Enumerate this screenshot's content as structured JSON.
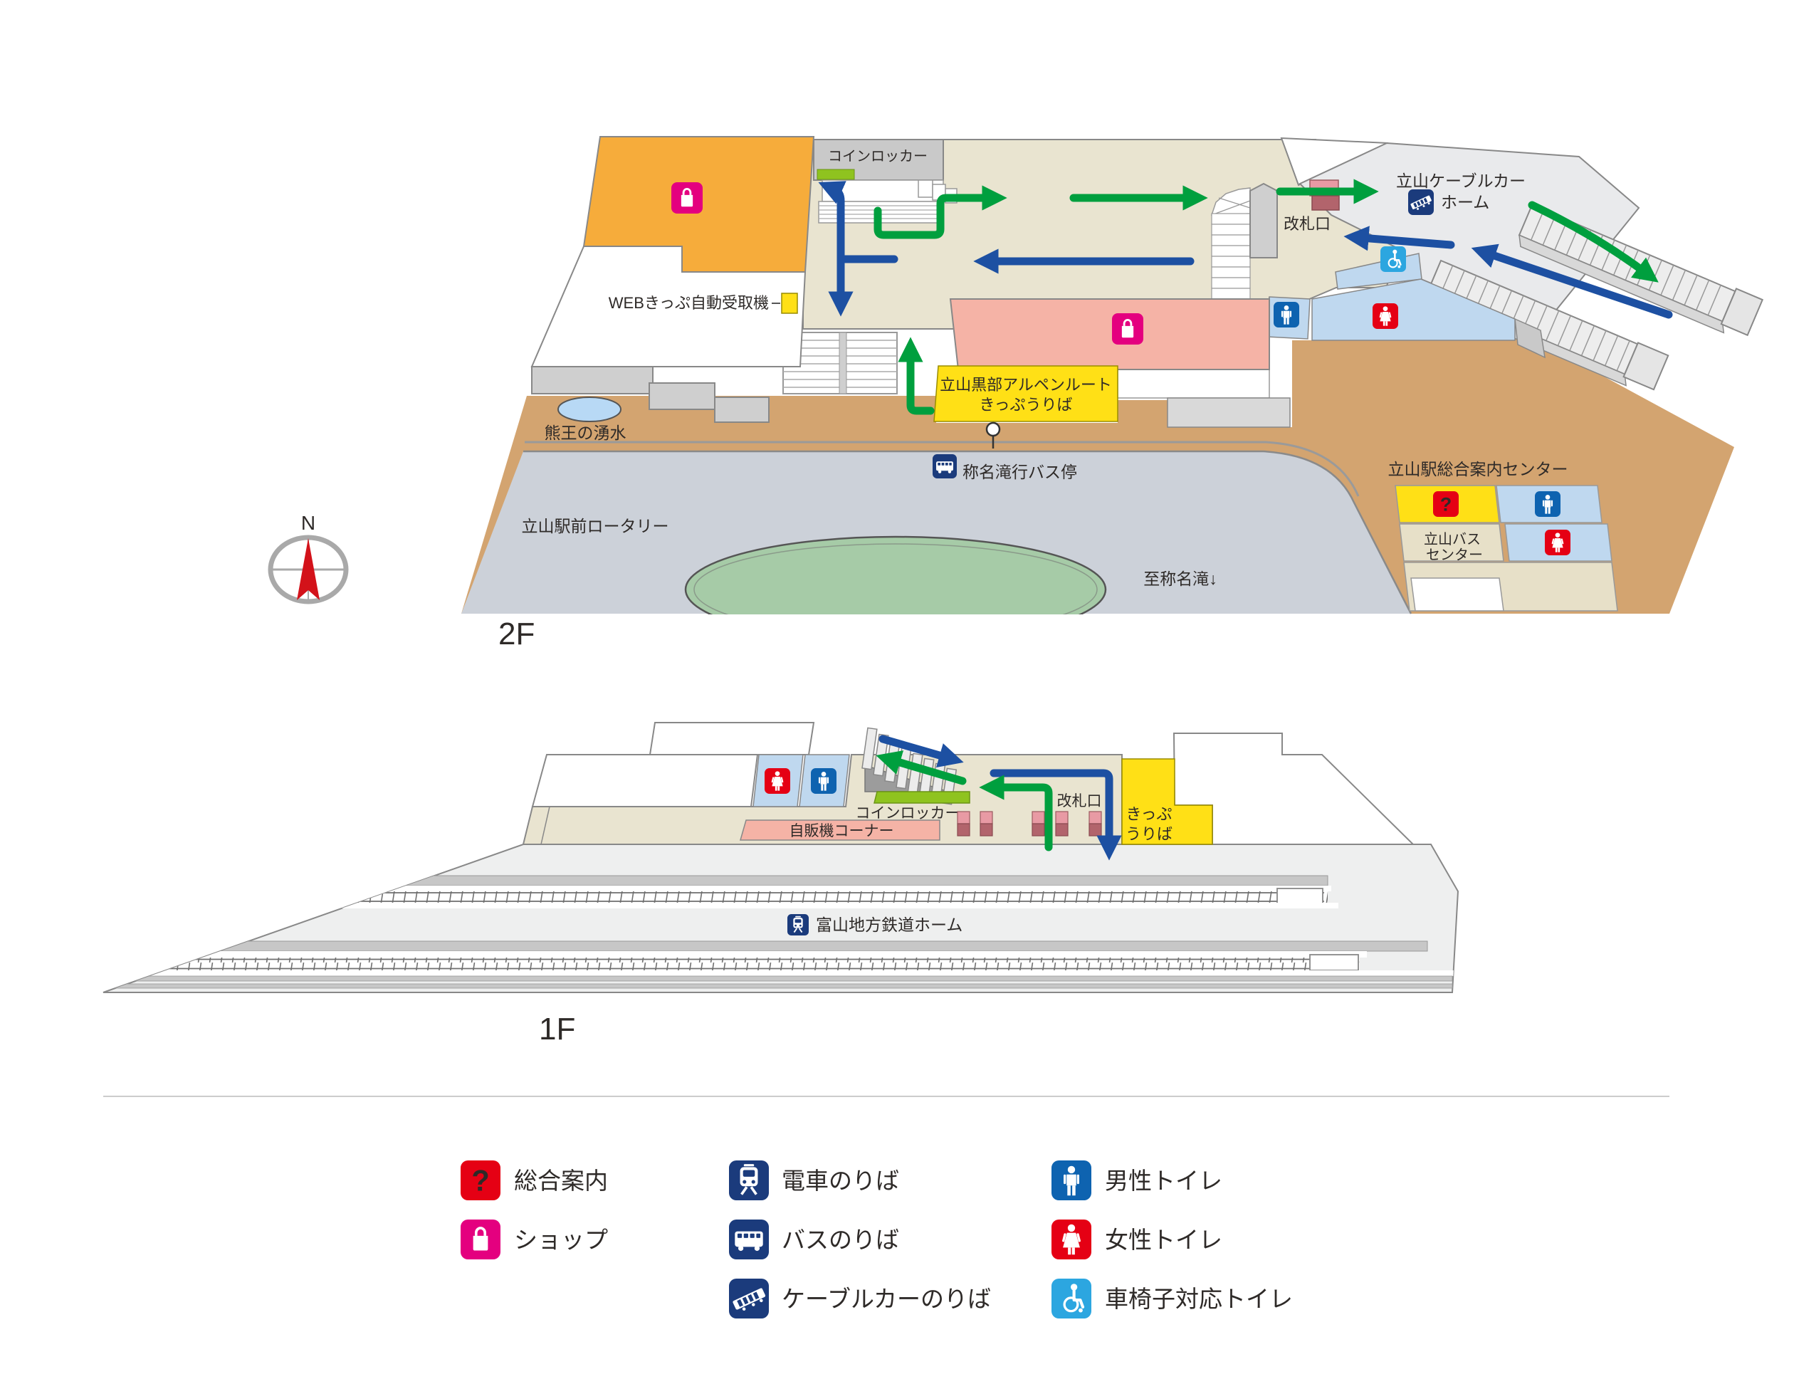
{
  "floor2": {
    "floor_label": "2F",
    "coin_locker": "コインロッカー",
    "web_ticket_machine": "WEBきっぷ自動受取機",
    "alpen_ticket_line1": "立山黒部アルペンルート",
    "alpen_ticket_line2": "きっぷうりば",
    "kumao_spring": "熊王の湧水",
    "cablecar_line1": "立山ケーブルカー",
    "cablecar_line2": "ホーム",
    "ticket_gate": "改札口",
    "bus_stop": "称名滝行バス停",
    "rotary": "立山駅前ロータリー",
    "info_center": "立山駅総合案内センター",
    "bus_center_line1": "立山バス",
    "bus_center_line2": "センター",
    "to_shomyodaki": "至称名滝↓"
  },
  "floor1": {
    "floor_label": "1F",
    "coin_locker": "コインロッカー",
    "vending_corner": "自販機コーナー",
    "ticket_gate": "改札口",
    "ticket_office_line1": "きっぷ",
    "ticket_office_line2": "うりば",
    "chitetsu_platform": "富山地方鉄道ホーム"
  },
  "compass": {
    "north_label": "N"
  },
  "legend": {
    "items": [
      {
        "icon": "info-icon",
        "label": "総合案内"
      },
      {
        "icon": "shop-icon",
        "label": "ショップ"
      },
      {
        "icon": "train-icon",
        "label": "電車のりば"
      },
      {
        "icon": "bus-icon",
        "label": "バスのりば"
      },
      {
        "icon": "cablecar-icon",
        "label": "ケーブルカーのりば"
      },
      {
        "icon": "male-icon",
        "label": "男性トイレ"
      },
      {
        "icon": "female-icon",
        "label": "女性トイレ"
      },
      {
        "icon": "wheelchair-icon",
        "label": "車椅子対応トイレ"
      }
    ]
  },
  "colors": {
    "orange_shop": "#F6AC3B",
    "beige_floor": "#E9E4D0",
    "beige_dark": "#E7E0C8",
    "pink_shop": "#F5B3A6",
    "yellow": "#FFE016",
    "yellow_green": "#8FC31F",
    "light_blue_toilet": "#BFD8EF",
    "navy": "#1B3B7C",
    "male_blue": "#0E63B0",
    "red": "#E50014",
    "magenta": "#E4007F",
    "wheelchair_blue": "#2CA6E0",
    "green_arrow": "#009F3E",
    "blue_arrow": "#1D50A2",
    "road_gray": "#CCD1D9",
    "island_green": "#A6CBA7",
    "ground_brown": "#D3A470",
    "spring_blue": "#B8D9F5"
  }
}
